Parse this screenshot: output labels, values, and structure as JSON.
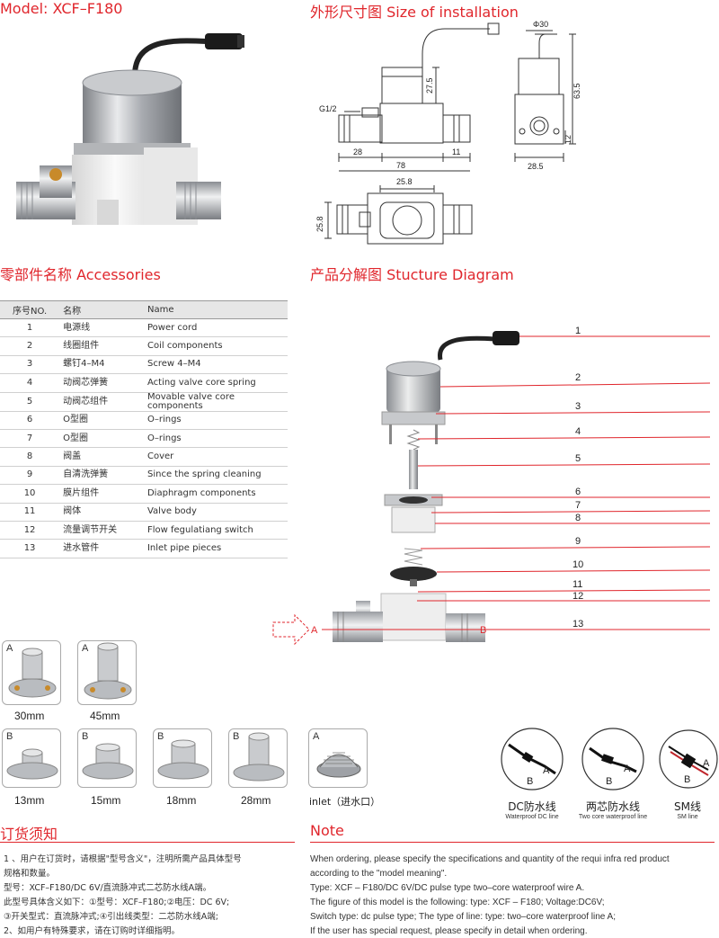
{
  "model_title": "Model: XCF–F180",
  "size_title": "外形尺寸图 Size of installation",
  "accessories_title": "零部件名称 Accessories",
  "structure_title": "产品分解图 Stucture Diagram",
  "dimensions": {
    "g12": "G1/2",
    "d275": "27.5",
    "d28": "28",
    "d78": "78",
    "d11": "11",
    "phi30": "Φ30",
    "d635": "63.5",
    "d12": "12",
    "d285": "28.5",
    "d258_top": "25.8",
    "d258_side": "25.8"
  },
  "accessories": {
    "headers": [
      "序号NO.",
      "名称",
      "Name"
    ],
    "rows": [
      {
        "no": "1",
        "cn": "电源线",
        "en": "Power cord"
      },
      {
        "no": "2",
        "cn": "线圈组件",
        "en": "Coil components"
      },
      {
        "no": "3",
        "cn": "螺钉4–M4",
        "en": "Screw 4–M4"
      },
      {
        "no": "4",
        "cn": "动阀芯弹簧",
        "en": "Acting valve core spring"
      },
      {
        "no": "5",
        "cn": "动阀芯组件",
        "en": "Movable valve core components"
      },
      {
        "no": "6",
        "cn": "O型圈",
        "en": "O–rings"
      },
      {
        "no": "7",
        "cn": "O型圈",
        "en": "O–rings"
      },
      {
        "no": "8",
        "cn": "阀盖",
        "en": "Cover"
      },
      {
        "no": "9",
        "cn": "自清洗弹簧",
        "en": "Since the spring cleaning"
      },
      {
        "no": "10",
        "cn": "膜片组件",
        "en": "Diaphragm components"
      },
      {
        "no": "11",
        "cn": "阀体",
        "en": "Valve body"
      },
      {
        "no": "12",
        "cn": "流量调节开关",
        "en": "Flow fegulatiang switch"
      },
      {
        "no": "13",
        "cn": "进水管件",
        "en": "Inlet pipe pieces"
      }
    ]
  },
  "diagram_labels": [
    "1",
    "2",
    "3",
    "4",
    "5",
    "6",
    "7",
    "8",
    "9",
    "10",
    "11",
    "12",
    "13"
  ],
  "diagram_ab": {
    "a": "A",
    "b": "B"
  },
  "fittings_a": [
    {
      "tag": "A",
      "caption": "30mm"
    },
    {
      "tag": "A",
      "caption": "45mm"
    }
  ],
  "fittings_b": [
    {
      "tag": "B",
      "caption": "13mm"
    },
    {
      "tag": "B",
      "caption": "15mm"
    },
    {
      "tag": "B",
      "caption": "18mm"
    },
    {
      "tag": "B",
      "caption": "28mm"
    }
  ],
  "inlet": {
    "tag": "A",
    "caption": "inlet（进水口）"
  },
  "wires": [
    {
      "name": "DC防水线",
      "sub": "Waterproof DC line",
      "a": "A",
      "b": "B"
    },
    {
      "name": "两芯防水线",
      "sub": "Two core waterproof line",
      "a": "A",
      "b": "B"
    },
    {
      "name": "SM线",
      "sub": "SM line",
      "a": "A",
      "b": "B"
    }
  ],
  "order_title": "订货须知",
  "note_title": "Note",
  "order_lines": [
    "1 、用户在订货时，请根据\"型号含义\"，注明所需产品具体型号",
    "规格和数量。",
    "型号：XCF–F180/DC 6V/直流脉冲式二芯防水线A端。",
    "此型号具体含义如下：①型号：XCF–F180;②电压：DC 6V;",
    "③开关型式：直流脉冲式;④引出线类型：二芯防水线A端;",
    "2、如用户有特殊要求，请在订购时详细指明。"
  ],
  "note_lines": [
    "When ordering, please specify the specifications and quantity of the requi infra red product",
    "according to the \"model meaning\".",
    "Type: XCF – F180/DC 6V/DC pulse type two–core waterproof wire A.",
    "The figure of this model is the following: type: XCF – F180; Voltage:DC6V;",
    "Switch type: dc pulse type; The type of line: type: two–core waterproof line A;",
    "If the user has special request, please specify in detail when ordering."
  ],
  "colors": {
    "accent": "#e0262c",
    "header_bg": "#e6e6e6",
    "metal": "#b9bcc0",
    "body": "#eeeeee"
  }
}
